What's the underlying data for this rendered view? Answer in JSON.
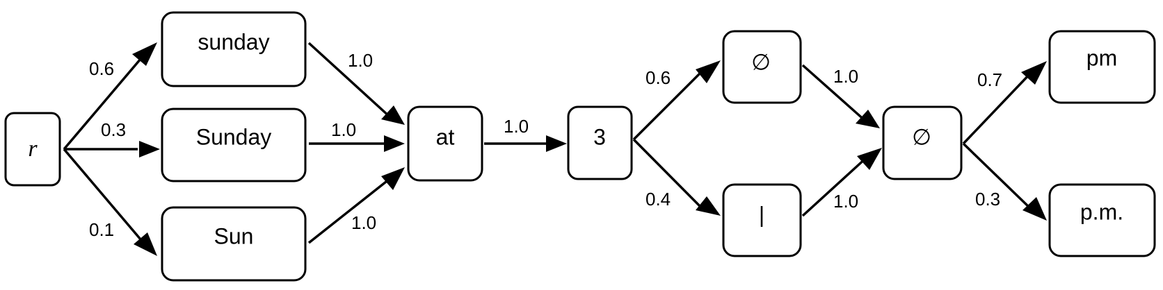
{
  "nodes": {
    "r": "r",
    "sunday": "sunday",
    "Sunday": "Sunday",
    "Sun": "Sun",
    "at": "at",
    "three": "3",
    "empty_top": "∅",
    "bar": "|",
    "empty_mid": "∅",
    "pm": "pm",
    "p_m": "p.m."
  },
  "edges": {
    "r_sunday": "0.6",
    "r_Sunday": "0.3",
    "r_Sun": "0.1",
    "sunday_at": "1.0",
    "Sunday_at": "1.0",
    "Sun_at": "1.0",
    "at_three": "1.0",
    "three_emptytop": "0.6",
    "three_bar": "0.4",
    "emptytop_emptymid": "1.0",
    "bar_emptymid": "1.0",
    "emptymid_pm": "0.7",
    "emptymid_pdotm": "0.3"
  }
}
